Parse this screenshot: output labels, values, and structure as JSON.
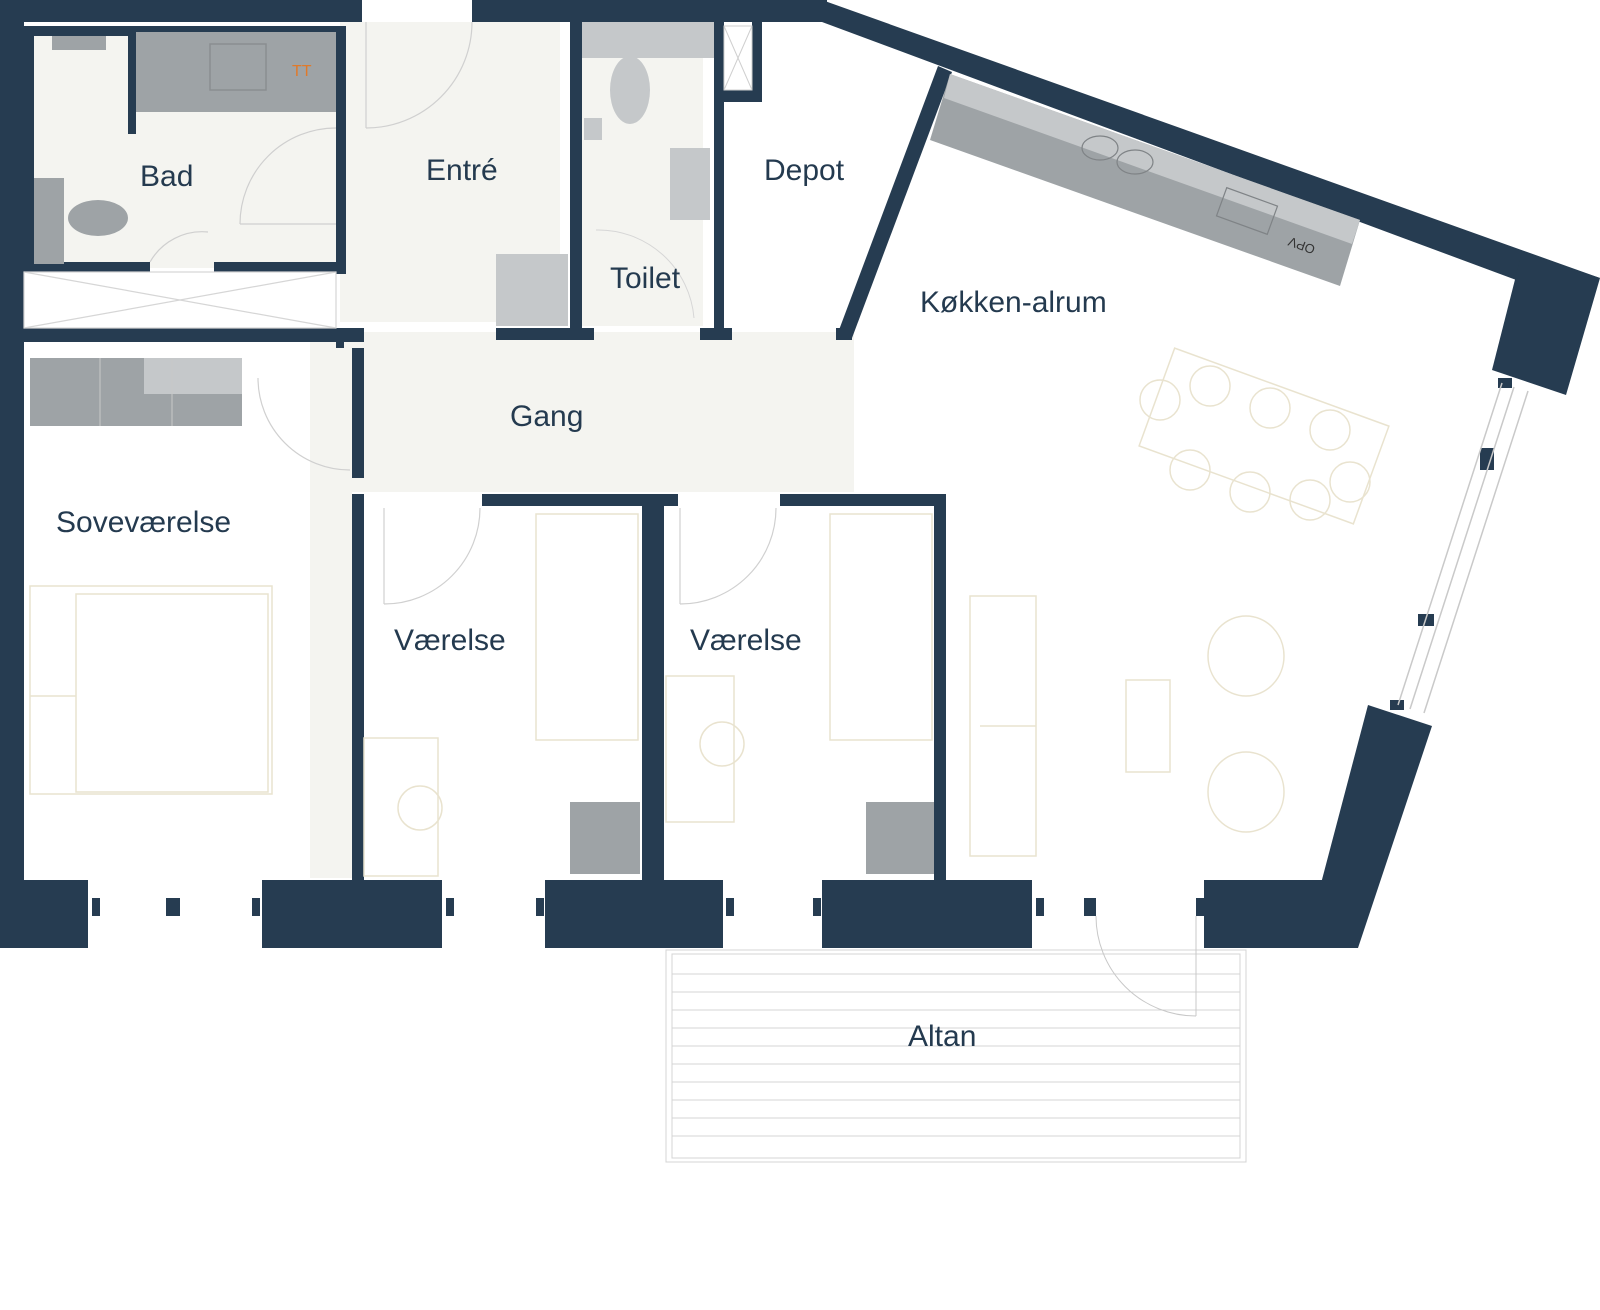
{
  "rooms": {
    "bad": "Bad",
    "entre": "Entré",
    "toilet": "Toilet",
    "depot": "Depot",
    "kokken": "Køkken-alrum",
    "gang": "Gang",
    "sovevaerelse": "Soveværelse",
    "vaerelse_1": "Værelse",
    "vaerelse_2": "Værelse",
    "altan": "Altan"
  },
  "fixtures": {
    "dishwasher_label": "OPV",
    "dryer_label": "TT"
  },
  "colors": {
    "wall": "#263c51",
    "floor_circulation": "#f4f4f0",
    "cabinet": "#9ea3a6",
    "cabinet_light": "#c5c8ca",
    "furniture_outline": "#e9e3cf",
    "label": "#243a4f"
  }
}
